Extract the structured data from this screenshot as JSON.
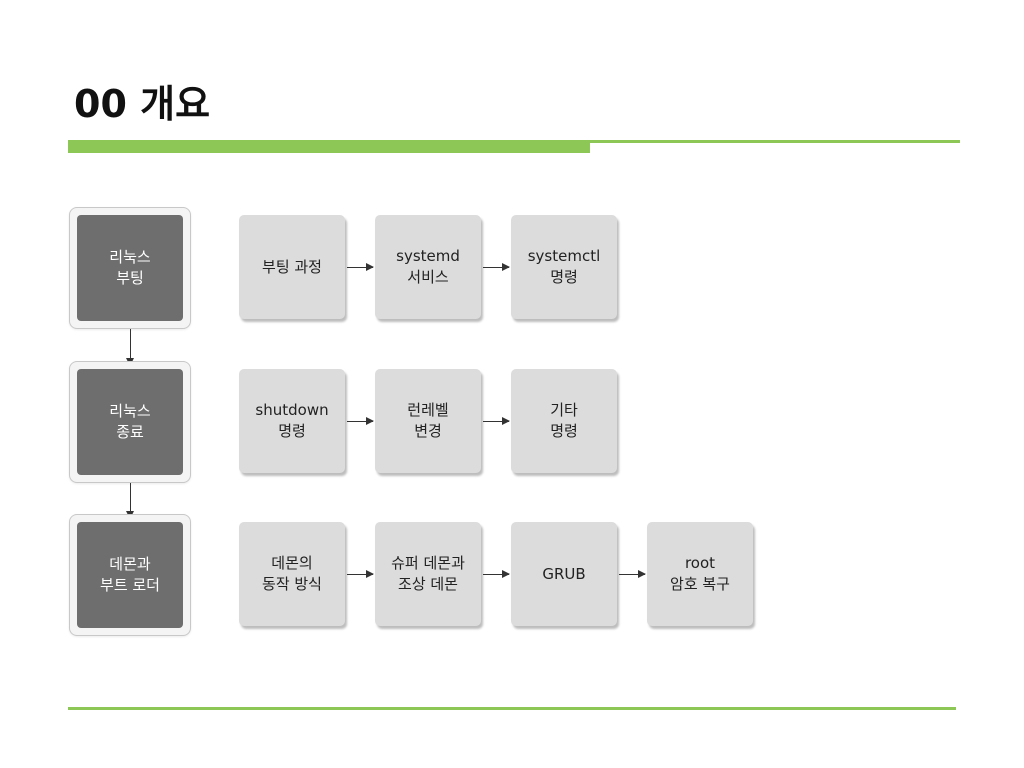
{
  "title": "00 개요",
  "colors": {
    "accent": "#8dc856",
    "category_box": "#6e6e6e",
    "item_box": "#dcdcdc"
  },
  "rows": [
    {
      "category": "리눅스\n부팅",
      "items": [
        "부팅 과정",
        "systemd\n서비스",
        "systemctl\n명령"
      ]
    },
    {
      "category": "리눅스\n종료",
      "items": [
        "shutdown\n명령",
        "런레벨\n변경",
        "기타\n명령"
      ]
    },
    {
      "category": "데몬과\n부트 로더",
      "items": [
        "데몬의\n동작 방식",
        "슈퍼 데몬과\n조상 데몬",
        "GRUB",
        "root\n암호 복구"
      ]
    }
  ]
}
